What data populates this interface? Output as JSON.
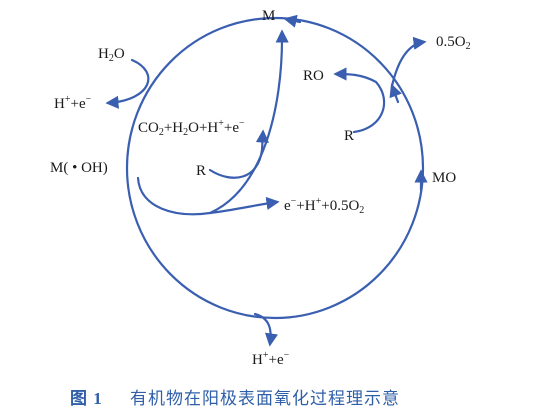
{
  "labels": {
    "m": "M",
    "mo": "MO",
    "r_inner": "R",
    "r_outer": "R",
    "h2o": "H2O",
    "hplus_e_left": "H⁺+e⁻",
    "co2_line": "CO2+H2O+H⁺+e⁻",
    "moh": "M( • OH)",
    "e_h_o2": "e⁻+H⁺+0.5O2",
    "ro": "RO",
    "o2_top": "0.5O2",
    "hplus_e_bottom": "H⁺+e⁻"
  },
  "caption": {
    "figure_no": "图 1",
    "title": "有机物在阳极表面氧化过程理示意"
  },
  "colors": {
    "line": "#3a5fb0",
    "text": "#1a1a1a",
    "caption": "#2f5fa8"
  }
}
